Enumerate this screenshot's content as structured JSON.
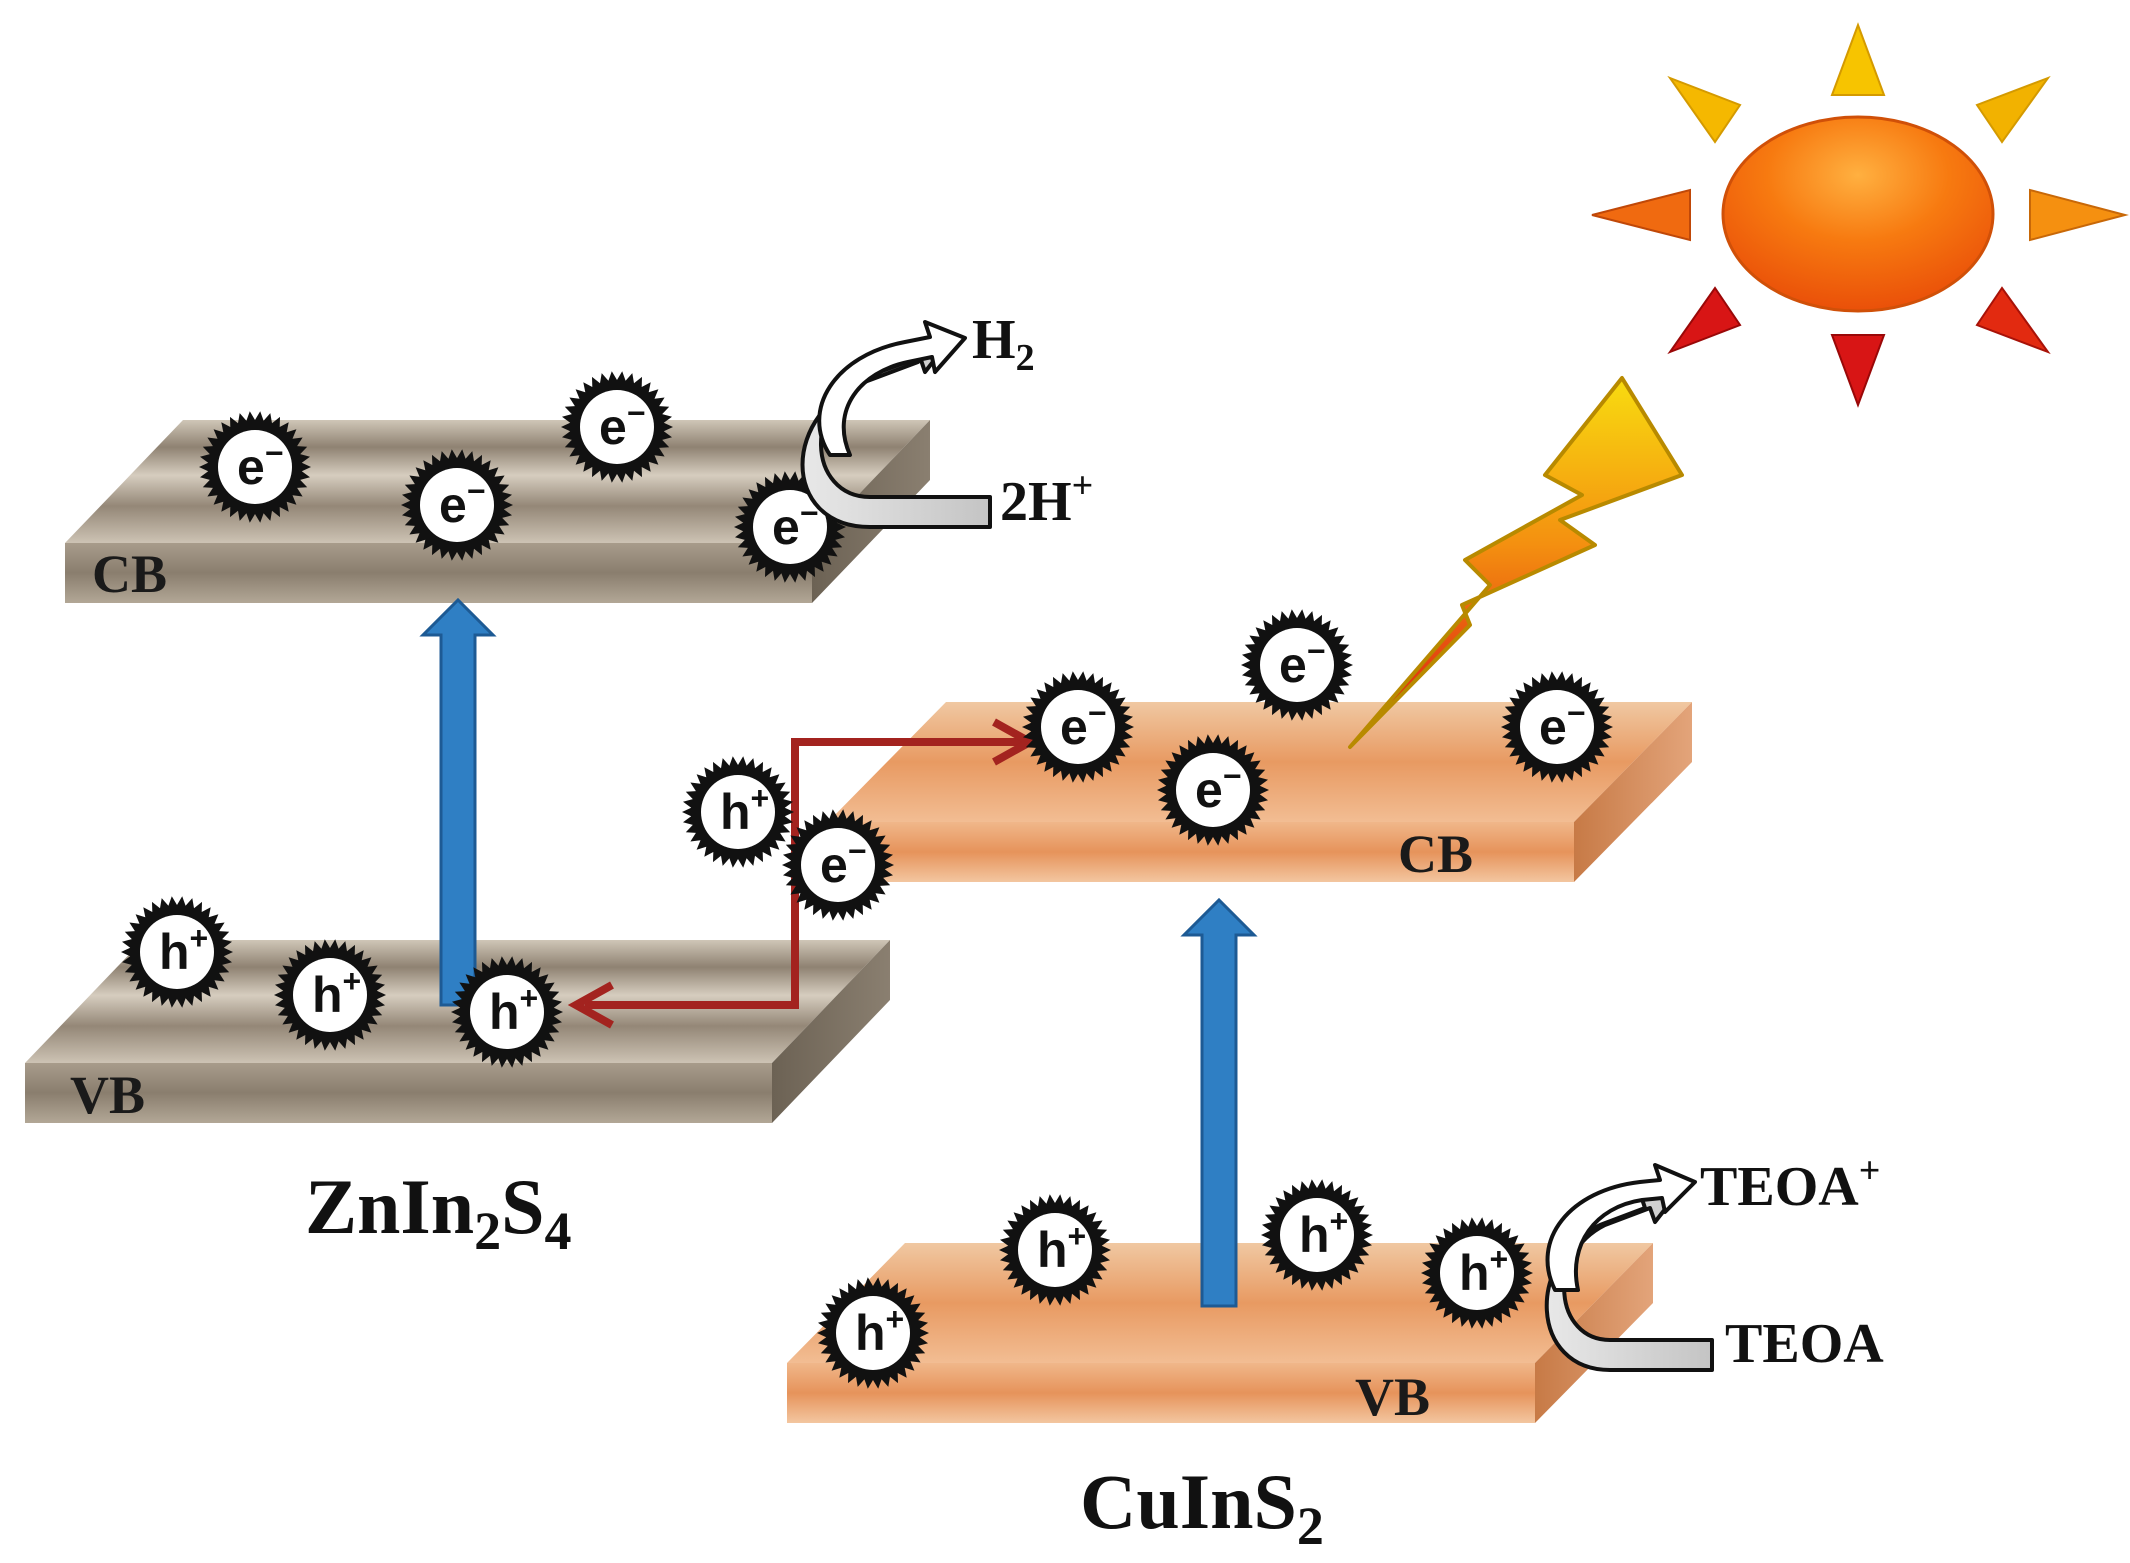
{
  "labels": {
    "zn_cb": "CB",
    "zn_vb": "VB",
    "cu_cb": "CB",
    "cu_vb": "VB",
    "zn_name_a": "ZnIn",
    "zn_name_sub1": "2",
    "zn_name_b": "S",
    "zn_name_sub2": "4",
    "cu_name_a": "CuInS",
    "cu_name_sub": "2",
    "h2_main": "H",
    "h2_sub": "2",
    "twoh_main": "2H",
    "twoh_sup": "+",
    "teoa_plus_main": "TEOA",
    "teoa_plus_sup": "+",
    "teoa": "TEOA"
  },
  "particles": {
    "electron_main": "e",
    "electron_sup": "−",
    "hole_main": "h",
    "hole_sup": "+"
  },
  "colors": {
    "zn_band": "#8f8272",
    "cu_band": "#e89a62",
    "excitation_arrow": "#2f7fc4",
    "transfer_arrow": "#a3231f",
    "sun_body": "#f06010",
    "ray_yellow": "#f7c400",
    "ray_red": "#d81515"
  },
  "icons": {
    "sun": "sun-icon",
    "lightning": "lightning-bolt-icon"
  }
}
